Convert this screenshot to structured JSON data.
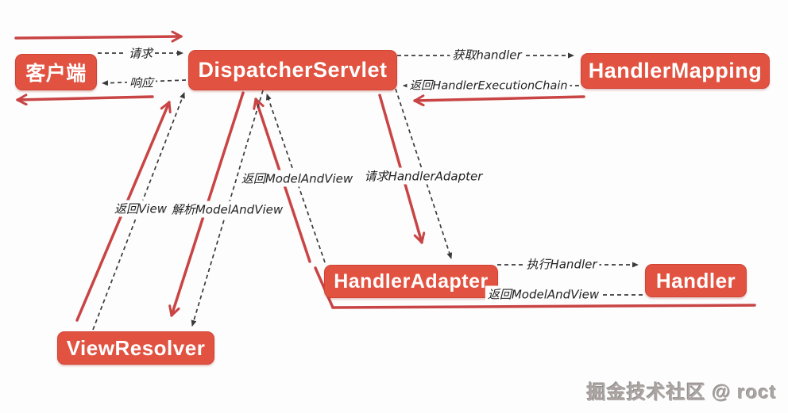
{
  "diagram": {
    "nodes": {
      "client": {
        "label": "客户端"
      },
      "dispatcher": {
        "label": "DispatcherServlet"
      },
      "handler_mapping": {
        "label": "HandlerMapping"
      },
      "handler_adapter": {
        "label": "HandlerAdapter"
      },
      "handler": {
        "label": "Handler"
      },
      "view_resolver": {
        "label": "ViewResolver"
      }
    },
    "edges": {
      "request": {
        "label": "请求",
        "from": "client",
        "to": "dispatcher"
      },
      "response": {
        "label": "响应",
        "from": "dispatcher",
        "to": "client"
      },
      "get_handler": {
        "label": "获取handler",
        "from": "dispatcher",
        "to": "handler_mapping"
      },
      "return_handler_execution_chain": {
        "label": "返回HandlerExecutionChain",
        "from": "handler_mapping",
        "to": "dispatcher"
      },
      "return_model_and_view_to_ds": {
        "label": "返回ModelAndView",
        "from": "handler_adapter",
        "to": "dispatcher"
      },
      "request_handler_adapter": {
        "label": "请求HandlerAdapter",
        "from": "dispatcher",
        "to": "handler_adapter"
      },
      "return_view": {
        "label": "返回View",
        "from": "view_resolver",
        "to": "dispatcher"
      },
      "resolve_model_and_view": {
        "label": "解析ModelAndView",
        "from": "dispatcher",
        "to": "view_resolver"
      },
      "execute_handler": {
        "label": "执行Handler",
        "from": "handler_adapter",
        "to": "handler"
      },
      "return_model_and_view_to_ha": {
        "label": "返回ModelAndView",
        "from": "handler",
        "to": "handler_adapter"
      }
    },
    "watermark": "掘金技术社区 @ roct",
    "colors": {
      "node_bg": "#e15241",
      "node_text": "#ffffff",
      "hand_arrow": "#c94444",
      "dashed_line": "#3b3b3b",
      "watermark": "#aba5a3",
      "background": "#fdfdfd"
    }
  }
}
